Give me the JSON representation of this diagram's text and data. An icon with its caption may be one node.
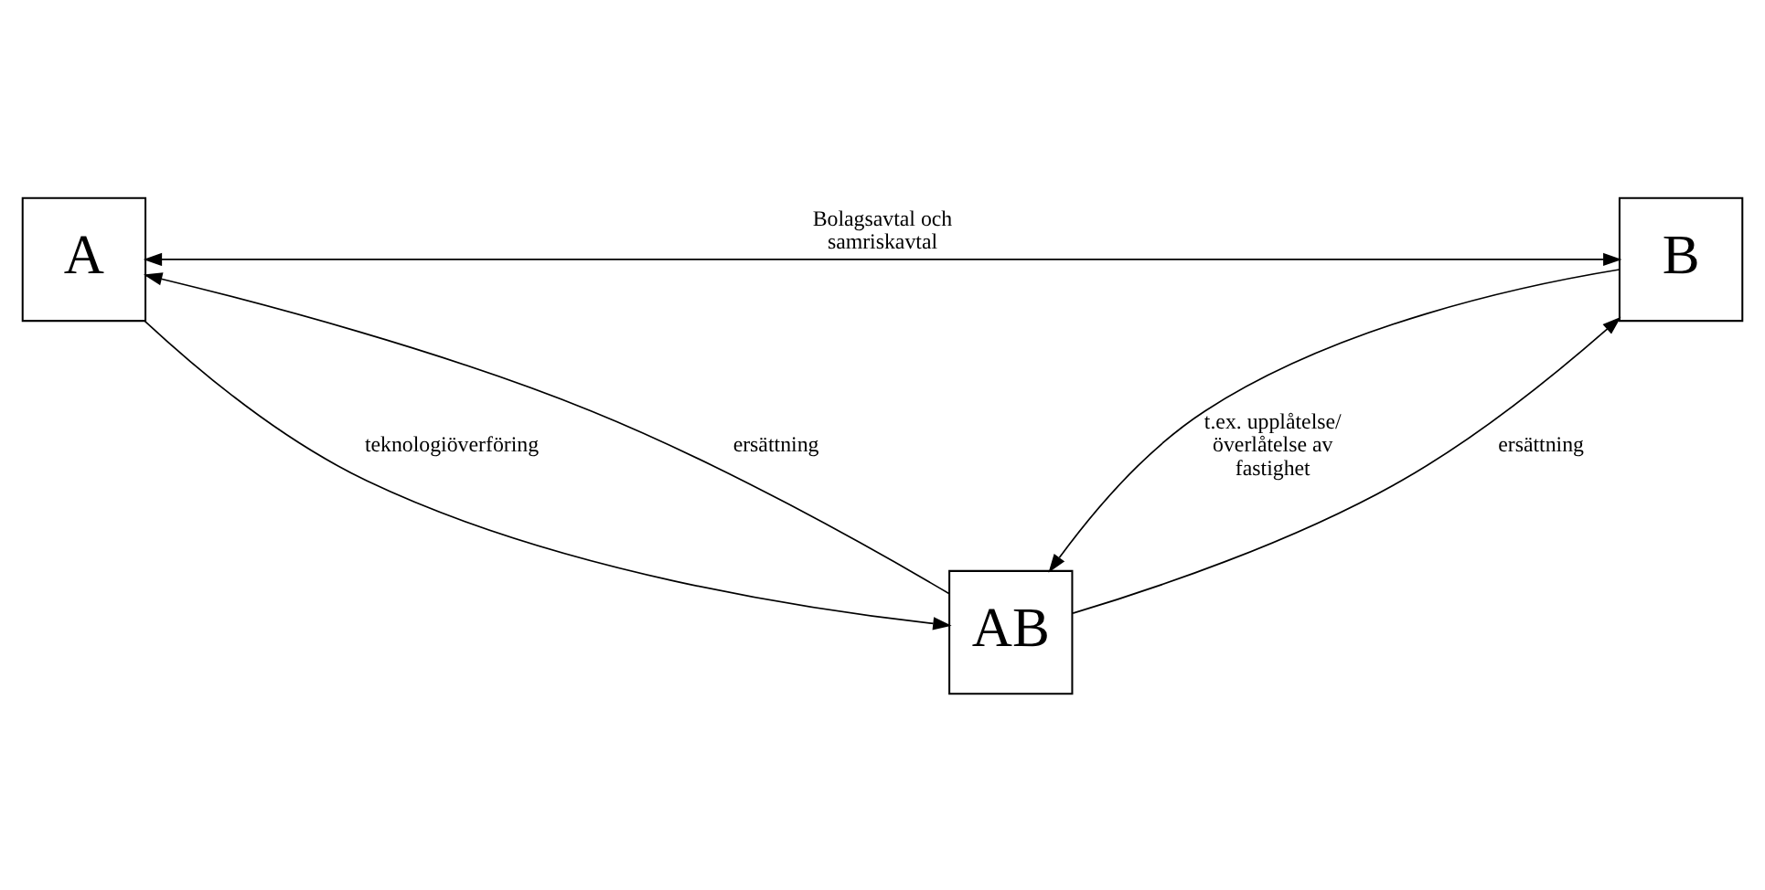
{
  "diagram": {
    "nodes": [
      {
        "text": [
          "A"
        ]
      },
      {
        "text": [
          "B"
        ]
      },
      {
        "text": [
          "AB"
        ]
      }
    ],
    "edges": [
      {
        "from": 0,
        "to": 1,
        "arrow": "both",
        "label": "Bolagsavtal och samriskavtal"
      },
      {
        "from": 0,
        "to": 2,
        "arrow": "to",
        "label": "teknologiöverföring"
      },
      {
        "from": 2,
        "to": 0,
        "arrow": "to",
        "label": "ersättning"
      },
      {
        "from": 2,
        "to": 1,
        "arrow": "to",
        "label": "ersättning"
      },
      {
        "from": 1,
        "to": 2,
        "arrow": "to",
        "label": "t.ex. upplåtelse/ överlåtelse av fastighet"
      }
    ]
  }
}
